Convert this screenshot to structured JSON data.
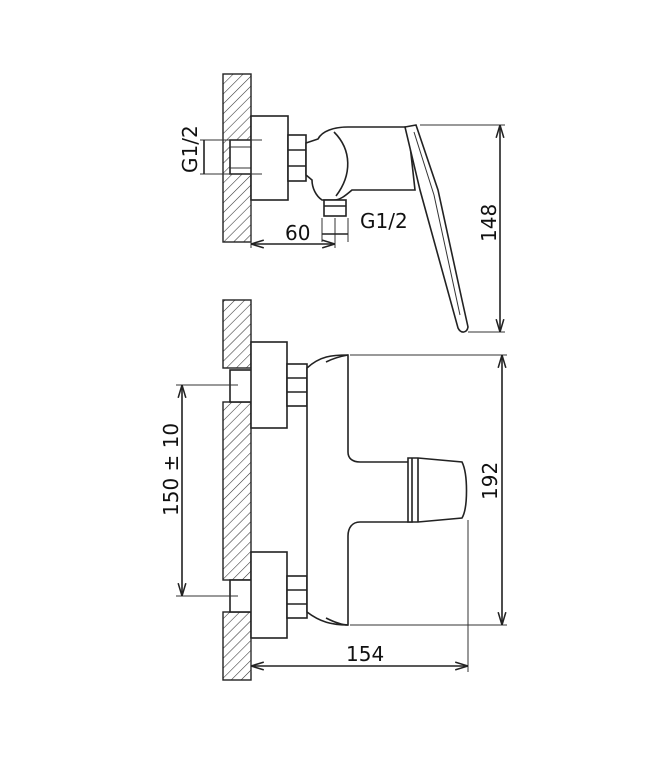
{
  "drawing": {
    "labels": {
      "side_thread_left": "G1/2",
      "side_width": "60",
      "side_thread_bottom": "G1/2",
      "side_height": "148",
      "front_center_distance": "150 ± 10",
      "front_height": "192",
      "front_depth": "154"
    }
  }
}
